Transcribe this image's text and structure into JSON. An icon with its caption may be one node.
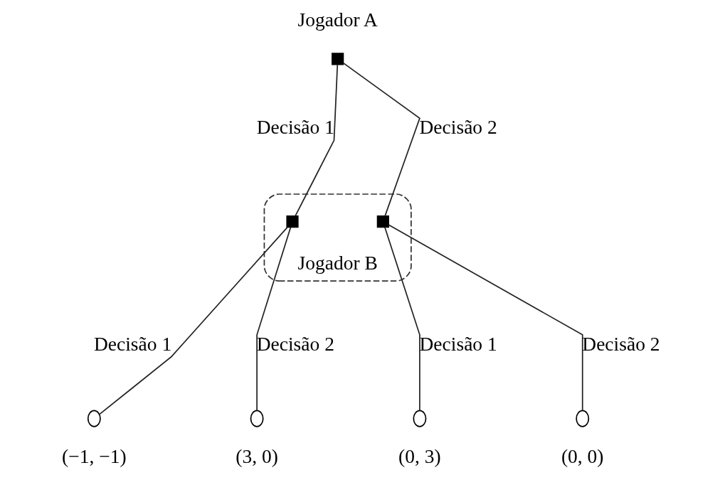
{
  "diagram": {
    "nodes": [
      {
        "text": [],
        "shape": "box",
        "beside": [
          "Jogador A"
        ]
      },
      {
        "text": [
          "Jogador B"
        ]
      },
      {
        "text": [],
        "shape": "box",
        "in": 1
      },
      {
        "text": [],
        "shape": "box",
        "in": 1
      },
      {
        "text": [],
        "shape": "circle",
        "beside": [
          "(−1, −1)"
        ]
      },
      {
        "text": [],
        "shape": "circle",
        "beside": [
          "(3, 0)"
        ]
      },
      {
        "text": [],
        "shape": "circle",
        "beside": [
          "(0, 3)"
        ]
      },
      {
        "text": [],
        "shape": "circle",
        "beside": [
          "(0, 0)"
        ]
      }
    ],
    "edges": [
      {
        "from": 0,
        "to": 2,
        "arrow": "none",
        "label": "Decisão 1"
      },
      {
        "from": 0,
        "to": 3,
        "arrow": "none",
        "label": "Decisão 2"
      },
      {
        "from": 2,
        "to": 4,
        "arrow": "none",
        "label": "Decisão 1"
      },
      {
        "from": 2,
        "to": 5,
        "arrow": "none",
        "label": "Decisão 2"
      },
      {
        "from": 3,
        "to": 6,
        "arrow": "none",
        "label": "Decisão 1"
      },
      {
        "from": 3,
        "to": 7,
        "arrow": "none",
        "label": "Decisão 2"
      }
    ]
  }
}
